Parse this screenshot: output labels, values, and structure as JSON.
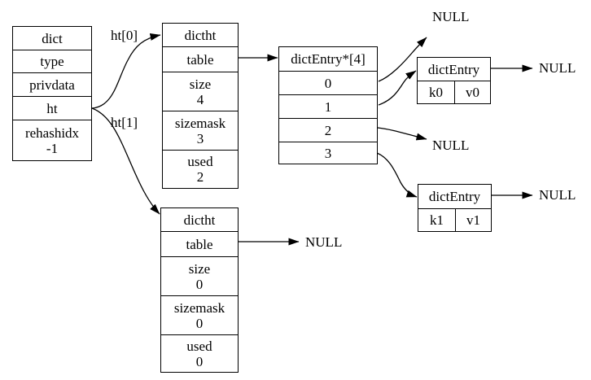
{
  "colors": {
    "background": "#ffffff",
    "line": "#000000",
    "text": "#000000"
  },
  "dict_box": {
    "rows": [
      {
        "label": "dict"
      },
      {
        "label": "type"
      },
      {
        "label": "privdata"
      },
      {
        "label": "ht"
      },
      {
        "label": "rehashidx",
        "value": "-1"
      }
    ]
  },
  "ht0_box": {
    "rows": [
      {
        "label": "dictht"
      },
      {
        "label": "table"
      },
      {
        "label": "size",
        "value": "4"
      },
      {
        "label": "sizemask",
        "value": "3"
      },
      {
        "label": "used",
        "value": "2"
      }
    ]
  },
  "ht1_box": {
    "rows": [
      {
        "label": "dictht"
      },
      {
        "label": "table"
      },
      {
        "label": "size",
        "value": "0"
      },
      {
        "label": "sizemask",
        "value": "0"
      },
      {
        "label": "used",
        "value": "0"
      }
    ]
  },
  "bucket_box": {
    "rows": [
      {
        "label": "dictEntry*[4]"
      },
      {
        "label": "0"
      },
      {
        "label": "1"
      },
      {
        "label": "2"
      },
      {
        "label": "3"
      }
    ]
  },
  "entry0_box": {
    "title": "dictEntry",
    "key": "k0",
    "value": "v0"
  },
  "entry1_box": {
    "title": "dictEntry",
    "key": "k1",
    "value": "v1"
  },
  "edge_labels": {
    "ht0": "ht[0]",
    "ht1": "ht[1]"
  },
  "null_labels": {
    "bucket0": "NULL",
    "entry0_next": "NULL",
    "bucket2": "NULL",
    "entry1_next": "NULL",
    "ht1_table": "NULL"
  }
}
